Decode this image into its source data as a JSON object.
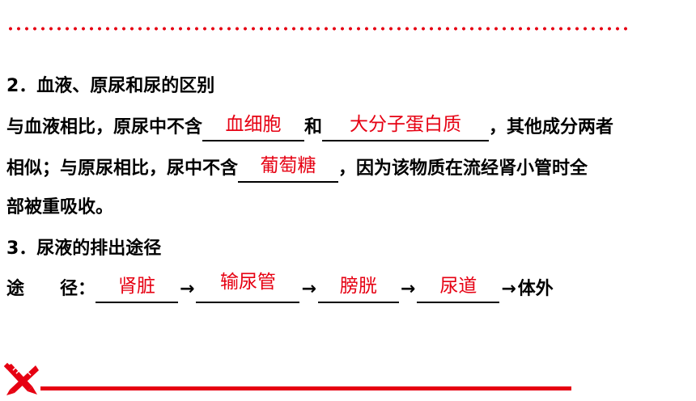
{
  "section2": {
    "heading": "2．血液、原尿和尿的区别",
    "l1_pre": "与血液相比，原尿中不含",
    "blank1": "血细胞",
    "l1_mid": "和",
    "blank2": "大分子蛋白质",
    "l1_post": "，其他成分两者",
    "l2_pre": "相似；与原尿相比，尿中不含",
    "blank3": "葡萄糖",
    "l2_post": "，因为该物质在流经肾小管时全",
    "l3": "部被重吸收。"
  },
  "section3": {
    "heading": "3．尿液的排出途径",
    "label": "途　　径：",
    "steps": [
      "肾脏",
      "输尿管",
      "膀胱",
      "尿道"
    ],
    "arrow": "→",
    "end": "体外"
  },
  "colors": {
    "accent": "#e60012"
  },
  "icons": {
    "logo": "crossed-pens-icon"
  }
}
